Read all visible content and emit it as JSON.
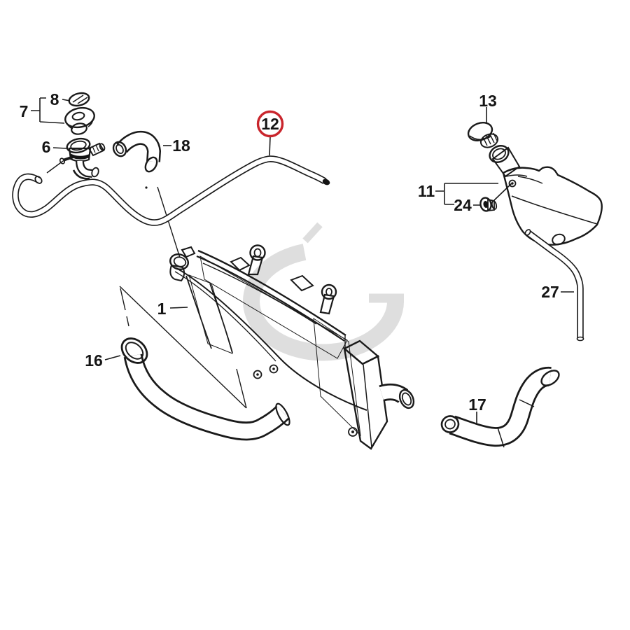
{
  "diagram_type": "exploded-parts-diagram",
  "colors": {
    "background": "#ffffff",
    "line": "#1a1a1a",
    "highlight": "#c9252c",
    "watermark": "#dedede"
  },
  "highlighted_callout": "12",
  "callouts": {
    "c1": {
      "label": "1"
    },
    "c6": {
      "label": "6"
    },
    "c7": {
      "label": "7"
    },
    "c8": {
      "label": "8"
    },
    "c11": {
      "label": "11"
    },
    "c12": {
      "label": "12",
      "highlighted": true
    },
    "c13": {
      "label": "13"
    },
    "c16": {
      "label": "16"
    },
    "c17": {
      "label": "17"
    },
    "c18": {
      "label": "18"
    },
    "c24": {
      "label": "24"
    },
    "c27": {
      "label": "27"
    }
  }
}
